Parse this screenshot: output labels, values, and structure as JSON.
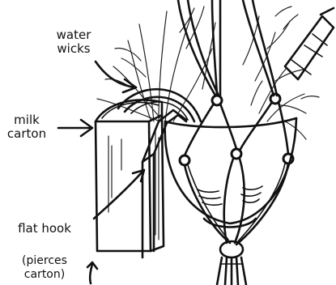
{
  "labels": {
    "water_wicks_line1": "water",
    "water_wicks_line2": "wicks",
    "milk_carton_line1": "milk",
    "milk_carton_line2": "carton",
    "flat_hook": "flat hook",
    "pierces_line1": "(pierces",
    "pierces_line2": "carton)"
  },
  "colors": {
    "ink": "#111111",
    "background": "#ffffff"
  }
}
